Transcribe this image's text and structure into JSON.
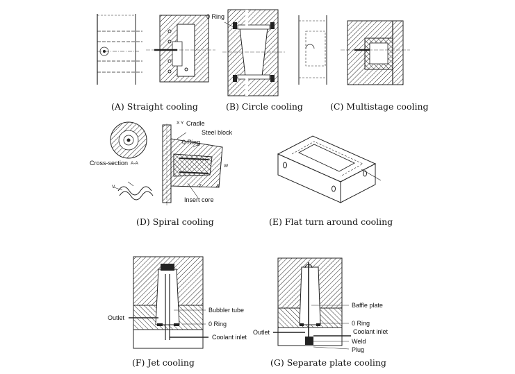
{
  "captions": {
    "a": "(A) Straight cooling",
    "b": "(B) Circle cooling",
    "c": "(C) Multistage cooling",
    "d": "(D) Spiral cooling",
    "e": "(E) Flat turn around cooling",
    "f": "(F) Jet cooling",
    "g": "(G) Separate plate cooling"
  },
  "annotations": {
    "b_oring": "0 Ring",
    "d_cradle": "Cradle",
    "d_steel_block": "Steel block",
    "d_oring": "0 Ring",
    "d_cross_section": "Cross-section",
    "d_aa": "A-A",
    "d_insert_core": "Insert core",
    "d_mark_xy": "X Y",
    "d_mark_z": "Z",
    "d_mark_w": "W",
    "d_mark_v": "V",
    "d_mark_a": "A",
    "f_outlet": "Outlet",
    "f_bubbler": "Bubbler tube",
    "f_oring": "0 Ring",
    "f_coolant": "Coolant inlet",
    "g_baffle": "Baffle plate",
    "g_oring": "0 Ring",
    "g_outlet": "Outlet",
    "g_coolant": "Coolant inlet",
    "g_weld": "Weld",
    "g_plug": "Plug"
  }
}
